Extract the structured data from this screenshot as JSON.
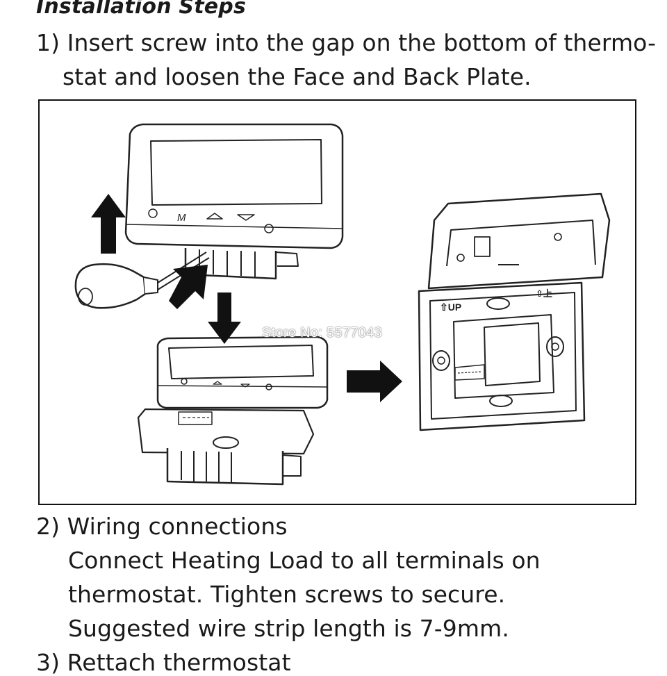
{
  "heading": "Installation Steps",
  "step1": {
    "line1": "1) Insert screw into the gap on the bottom of thermo-",
    "line2": "stat and loosen the Face and Back Plate."
  },
  "figure": {
    "button_m": "M",
    "up_label": "⇧UP",
    "up_label_cn": "⇧上",
    "watermark": "Store No: 5577043"
  },
  "step2": {
    "title": "2) Wiring connections",
    "line1": "Connect Heating Load to all terminals on",
    "line2": "thermostat. Tighten screws to secure.",
    "line3": "Suggested wire strip length is 7-9mm."
  },
  "step3": {
    "title": "3) Rettach thermostat"
  }
}
